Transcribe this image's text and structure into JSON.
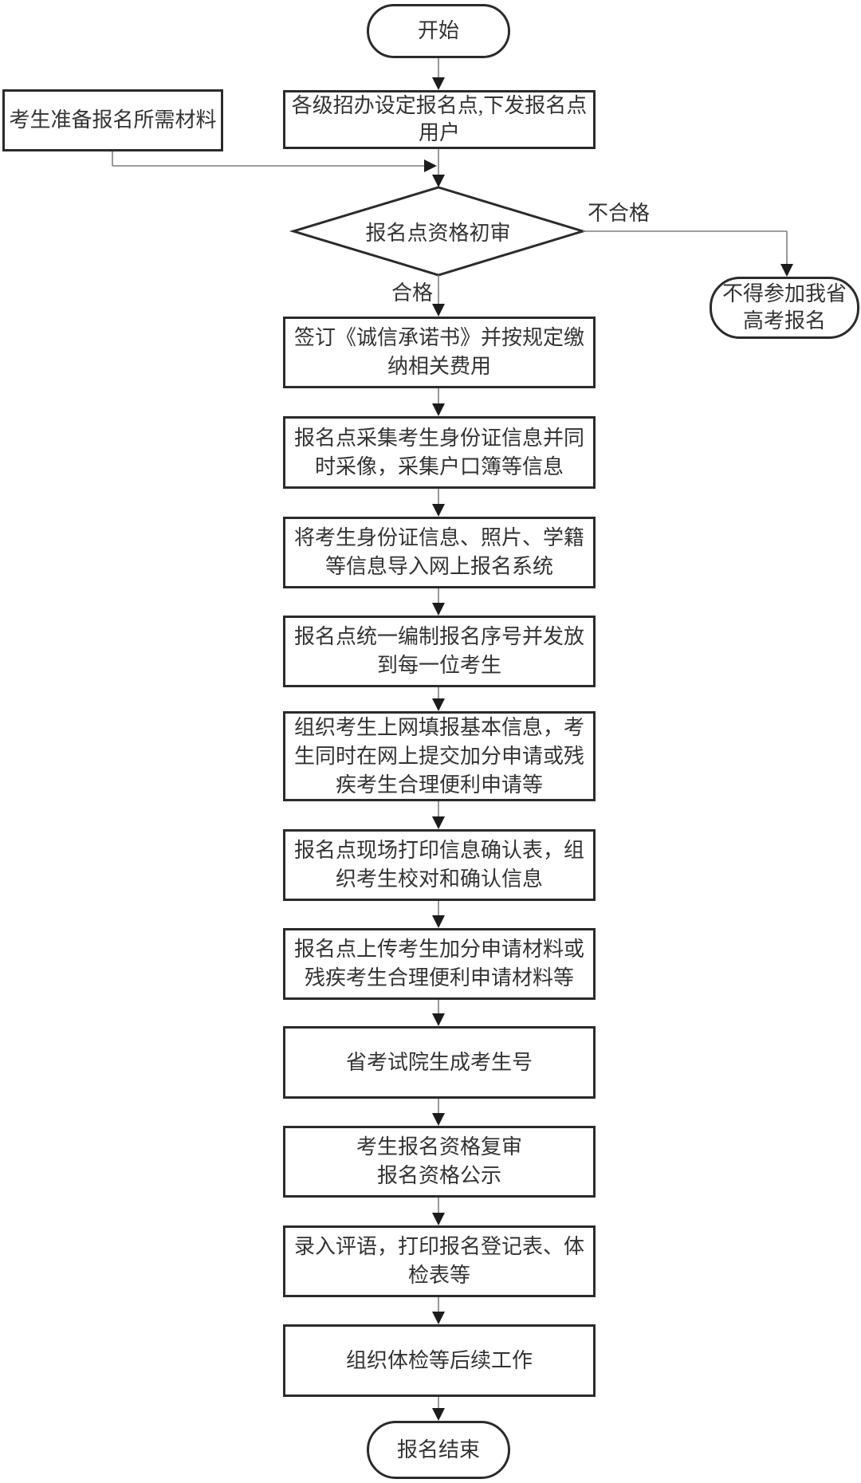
{
  "flow": {
    "start": "开始",
    "prepare": "考生准备报名所需材料",
    "setup": {
      "line1": "各级招办设定报名点,下发报名点",
      "line2": "用户"
    },
    "decision": "报名点资格初审",
    "branch_fail": "不合格",
    "branch_pass": "合格",
    "reject": {
      "line1": "不得参加我省",
      "line2": "高考报名"
    },
    "steps": [
      {
        "lines": [
          "签订《诚信承诺书》并按规定缴",
          "纳相关费用"
        ]
      },
      {
        "lines": [
          "报名点采集考生身份证信息并同",
          "时采像，采集户口簿等信息"
        ]
      },
      {
        "lines": [
          "将考生身份证信息、照片、学籍",
          "等信息导入网上报名系统"
        ]
      },
      {
        "lines": [
          "报名点统一编制报名序号并发放",
          "到每一位考生"
        ]
      },
      {
        "lines": [
          "组织考生上网填报基本信息，考",
          "生同时在网上提交加分申请或残",
          "疾考生合理便利申请等"
        ]
      },
      {
        "lines": [
          "报名点现场打印信息确认表，组",
          "织考生校对和确认信息"
        ]
      },
      {
        "lines": [
          "报名点上传考生加分申请材料或",
          "残疾考生合理便利申请材料等"
        ]
      },
      {
        "lines": [
          "省考试院生成考生号"
        ]
      },
      {
        "lines": [
          "考生报名资格复审",
          "报名资格公示"
        ]
      },
      {
        "lines": [
          "录入评语，打印报名登记表、体",
          "检表等"
        ]
      },
      {
        "lines": [
          "组织体检等后续工作"
        ]
      }
    ],
    "end": "报名结束"
  },
  "colors": {
    "background": "#ffffff",
    "node_border": "#2b2b2b",
    "text": "#333333",
    "connector": "#7f7f7f",
    "arrowhead": "#1c1c1c"
  }
}
